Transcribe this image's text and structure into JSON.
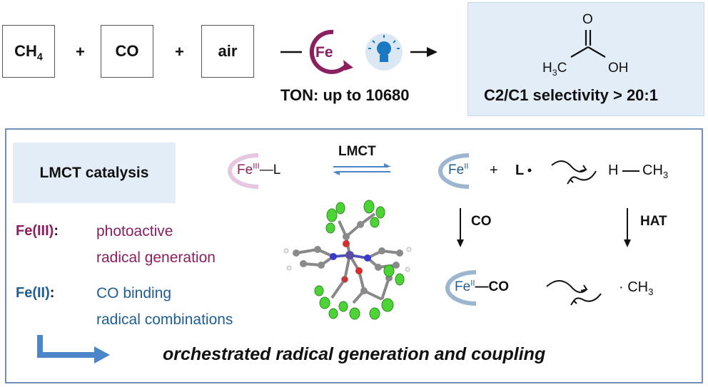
{
  "reactants": [
    "CH",
    "CO",
    "air"
  ],
  "ch4_sub": "4",
  "plus": "+",
  "catalyst": "Fe",
  "ton": "TON: up to 10680",
  "product": {
    "o": "O",
    "h3c_h": "H",
    "h3c_sub": "3",
    "h3c_c": "C",
    "oh": "OH",
    "selectivity": "C2/C1 selectivity > 20:1"
  },
  "panel": {
    "lmct_catalysis": "LMCT catalysis",
    "lmct": "LMCT",
    "fe": "Fe",
    "fe3_sup": "III",
    "fe2_sup": "II",
    "dash_l": "—L",
    "l_radical": "L",
    "h_ch3_h": "H",
    "ch3_c": "CH",
    "ch3_sub": "3",
    "co_step": "CO",
    "hat_step": "HAT",
    "fe_co": "—CO",
    "dot_ch3": "· CH",
    "fe3_tag": "Fe(III)",
    "fe3_colon": ":",
    "fe3_desc1": "photoactive",
    "fe3_desc2": "radical generation",
    "fe2_tag": "Fe(II)",
    "fe2_colon": ":",
    "fe2_desc1": "CO binding",
    "fe2_desc2": "radical combinations",
    "bottom": "orchestrated radical generation and coupling"
  },
  "colors": {
    "purple": "#8a2060",
    "blue": "#1f5d93",
    "panel_border": "#6f8fb8",
    "shade": "#e3edf7",
    "arrow_blue": "#4a86c8"
  }
}
